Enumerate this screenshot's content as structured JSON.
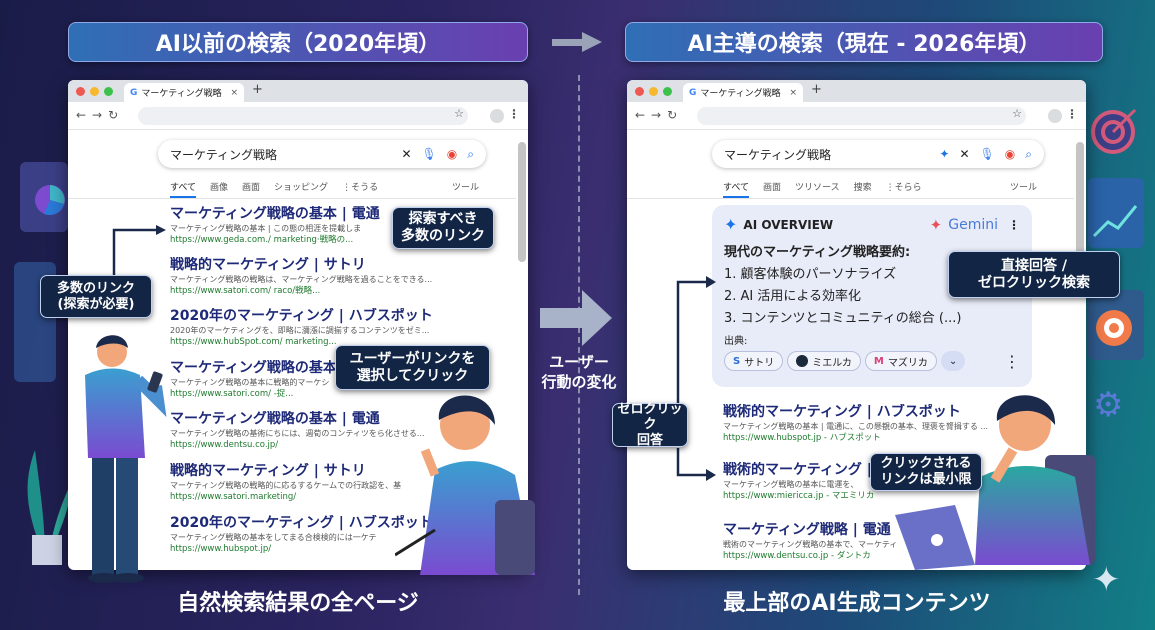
{
  "titles": {
    "left": "AI以前の検索（2020年頃）",
    "right": "AI主導の検索（現在 - 2026年頃）"
  },
  "center": {
    "line1": "ユーザー",
    "line2": "行動の変化"
  },
  "bottom": {
    "left": "自然検索結果の全ページ",
    "right": "最上部のAI生成コンテンツ"
  },
  "browser": {
    "tab_title": "マーケティング戦略",
    "query": "マーケティング戦略"
  },
  "left": {
    "tabs": [
      "すべて",
      "画像",
      "画面",
      "ショッピング",
      "⋮そうる"
    ],
    "tools": "ツール",
    "results": [
      {
        "title": "マーケティング戦略の基本 | 電通",
        "snippet": "マーケティング戦略の基本 | この態の相涯を提載しま",
        "url": "https://www.geda.com./ marketing·戦略の..."
      },
      {
        "title": "戦略的マーケティング | サトリ",
        "snippet": "マーケティング戦略の戦略は、マーケティング戦略を過ることをできる...",
        "url": "https://www.satori.com/ raco/戦略..."
      },
      {
        "title": "2020年のマーケティング | ハブスポット",
        "snippet": "2020年のマーケティングを、即略に瀰漲に調揃するコンテンツをゼミ...",
        "url": "https://www.hubSpot.com/ marketing..."
      },
      {
        "title": "マーケティング戦略の基本",
        "snippet": "マーケティング戦略の基本に戦略的マーケシ",
        "url": "https://www.satori.com/ -捉..."
      },
      {
        "title": "マーケティング戦略の基本 | 電通",
        "snippet": "マーケティング戦略の基術にちには、週荀のコンティツをら化させる...",
        "url": "https://www.dentsu.co.jp/"
      },
      {
        "title": "戦略的マーケティング | サトリ",
        "snippet": "マーケティング戦略の戦略的に応るするケームでの行政認を、基",
        "url": "https://www.satori.marketing/"
      },
      {
        "title": "2020年のマーケティング | ハブスポット",
        "snippet": "マーケティング戦略の基本をしてまる合検検的には一ケテ",
        "url": "https://www.hubspot.jp/"
      }
    ],
    "callouts": {
      "links": "探索すべき\n多数のリンク",
      "many": "多数のリンク\n(探索が必要)",
      "click": "ユーザーがリンクを\n選択してクリック"
    }
  },
  "right": {
    "tabs": [
      "すべて",
      "画面",
      "ツリソース",
      "捜索",
      "⋮そらら"
    ],
    "tools": "ツール",
    "ai_overview": {
      "label": "AI OVERVIEW",
      "brand": "Gemini",
      "heading": "現代のマーケティング戦略要約:",
      "items": [
        "1. 顧客体験のパーソナライズ",
        "2. AI 活用による効率化",
        "3. コンテンツとコミュニティの総合 (...)"
      ],
      "sources_label": "出典:",
      "sources": [
        "サトリ",
        "ミエルカ",
        "マズリカ"
      ]
    },
    "results": [
      {
        "title": "戦術的マーケティング | ハブスポット",
        "snippet": "マーケティング戦略の基本 | 電通に、この懸覩の基本、理褒を膂揖する ...",
        "url": "https://www.hubspot.jp - ハブスポット"
      },
      {
        "title": "戦術的マーケティング |",
        "snippet": "マーケティング戦略の基本に電運を、",
        "url": "https://www:miericca.jp - マエミリカ"
      },
      {
        "title": "マーケティング戦略 | 電通",
        "snippet": "戦術のマーケティング戦略の基本で、マーケティ",
        "url": "https://www.dentsu.co.jp - ダントカ"
      }
    ],
    "callouts": {
      "direct": "直接回答 /\nゼロクリック検索",
      "zero": "ゼロクリック\n回答",
      "min": "クリックされる\nリンクは最小限"
    }
  }
}
